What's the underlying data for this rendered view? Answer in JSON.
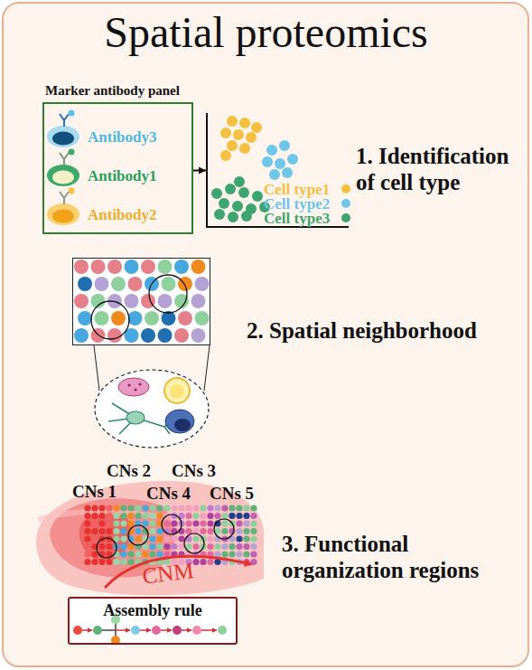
{
  "diagram": {
    "title": "Spatial proteomics",
    "nodes": [
      {
        "text": [
          "Marker antibody panel",
          "Antibody3",
          "Antibody1",
          "Antibody2"
        ]
      },
      {
        "text": [
          "1. Identification of cell type"
        ]
      },
      {
        "text": [
          "2. Spatial neighborhood"
        ]
      },
      {
        "text": [
          "Assembly rule"
        ]
      }
    ],
    "edges": [
      {
        "from": 0,
        "to": 1,
        "arrow": "to"
      }
    ],
    "labels": [
      "CNs 1",
      "CNs 2",
      "CNs 3",
      "CNs 4",
      "CNs 5",
      "CNM",
      "3. Functional organization regions"
    ],
    "legend": [
      {
        "text": "Cell type1",
        "color": "#f5c040"
      },
      {
        "text": "Cell type2",
        "color": "#6ec6e8"
      },
      {
        "text": "Cell type3",
        "color": "#3da56f"
      }
    ]
  }
}
